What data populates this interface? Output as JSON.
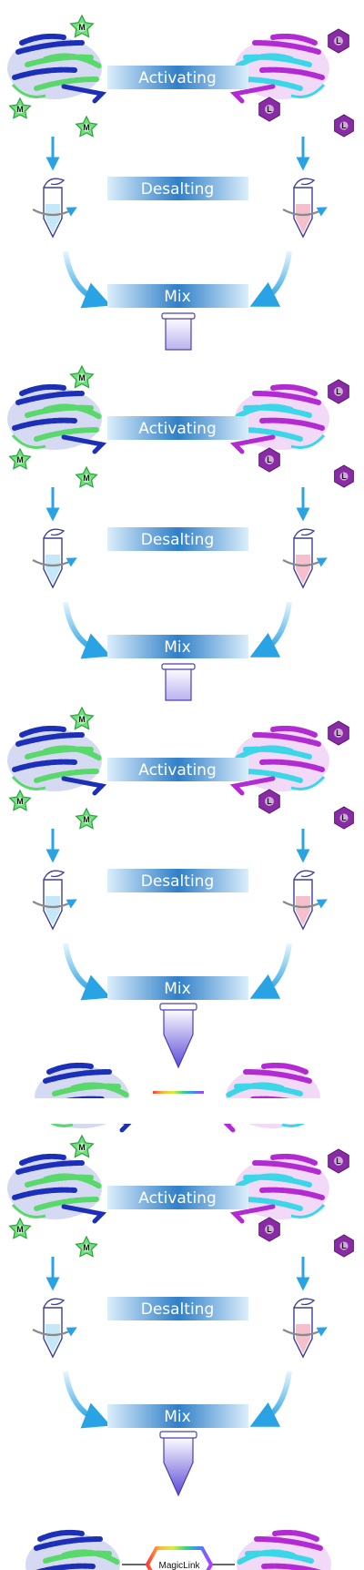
{
  "labels": {
    "activating": "Activating",
    "desalting": "Desalting",
    "mix": "Mix",
    "magiclink": "MagicLink"
  },
  "reagents": {
    "left_symbol": "M",
    "right_symbol": "L"
  },
  "colors": {
    "band_dark": "#2f7fc8",
    "band_light": "#dbeefb",
    "arrow_blue": "#29a3e3",
    "protein_left_a": "#1c2fb8",
    "protein_left_b": "#59d86b",
    "protein_right_a": "#b22bd2",
    "protein_right_b": "#3bd6e8",
    "tube_left_fill": "#bfe6f7",
    "tube_right_fill": "#f4b8c6",
    "tube_mix_fill": "#6b5bdc",
    "star_fill": "#6ee07b",
    "hex_fill": "#8a2ba6"
  }
}
